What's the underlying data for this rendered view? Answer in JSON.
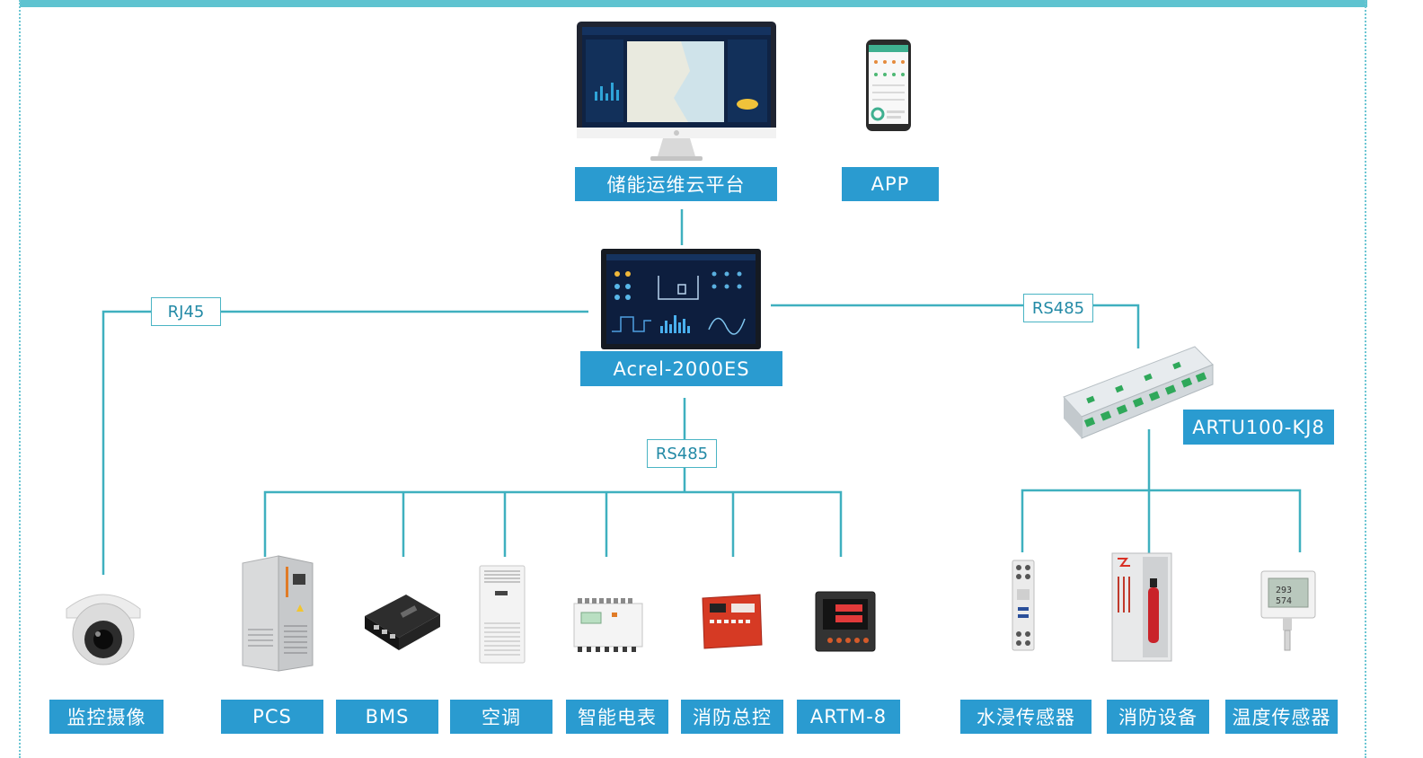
{
  "top": {
    "cloud_label": "储能运维云平台",
    "app_label": "APP"
  },
  "center": {
    "controller_label": "Acrel-2000ES"
  },
  "protocols": {
    "left": "RJ45",
    "right": "RS485",
    "bottom": "RS485"
  },
  "right_module": {
    "label": "ARTU100-KJ8"
  },
  "devices": [
    {
      "label": "监控摄像",
      "icon": "dome-camera-icon"
    },
    {
      "label": "PCS",
      "icon": "pcs-cabinet-icon"
    },
    {
      "label": "BMS",
      "icon": "bms-box-icon"
    },
    {
      "label": "空调",
      "icon": "air-conditioner-icon"
    },
    {
      "label": "智能电表",
      "icon": "smart-meter-icon"
    },
    {
      "label": "消防总控",
      "icon": "fire-control-panel-icon"
    },
    {
      "label": "ARTM-8",
      "icon": "artm-meter-icon"
    },
    {
      "label": "水浸传感器",
      "icon": "water-sensor-icon"
    },
    {
      "label": "消防设备",
      "icon": "fire-cabinet-icon"
    },
    {
      "label": "温度传感器",
      "icon": "temp-sensor-icon"
    }
  ],
  "colors": {
    "label_bg": "#2a9bd0",
    "wire": "#3fb0bf",
    "frame": "#5ec3d0"
  }
}
